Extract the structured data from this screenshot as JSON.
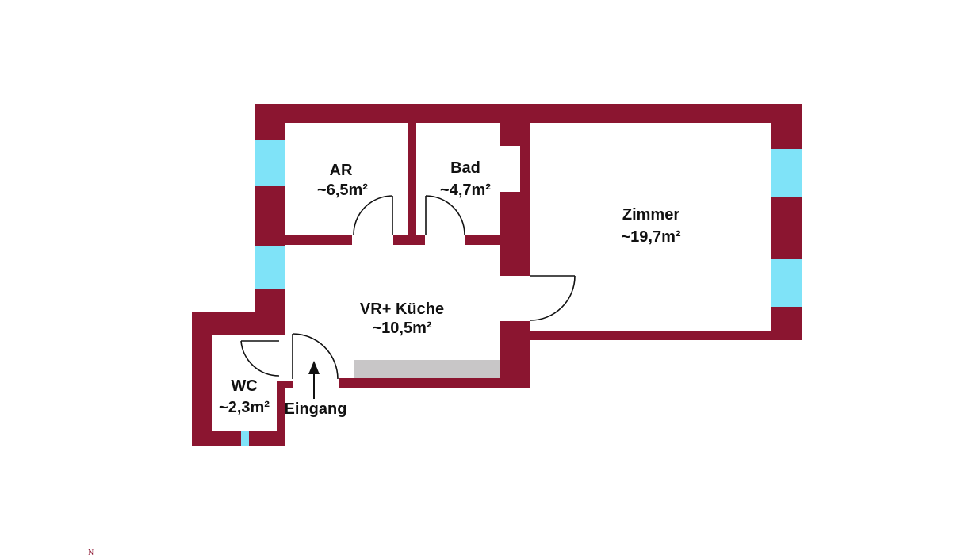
{
  "colors": {
    "wall": "#8b1530",
    "window": "#7fe3f8",
    "counter": "#c8c6c7",
    "text": "#111111"
  },
  "rooms": {
    "ar": {
      "name": "AR",
      "area": "~6,5m²"
    },
    "bad": {
      "name": "Bad",
      "area": "~4,7m²"
    },
    "zimmer": {
      "name": "Zimmer",
      "area": "~19,7m²"
    },
    "vr_kueche": {
      "name": "VR+ Küche",
      "area": "~10,5m²"
    },
    "wc": {
      "name": "WC",
      "area": "~2,3m²"
    }
  },
  "entrance": {
    "label": "Eingang",
    "icon": "arrow-up-icon"
  },
  "north_marker": "N"
}
